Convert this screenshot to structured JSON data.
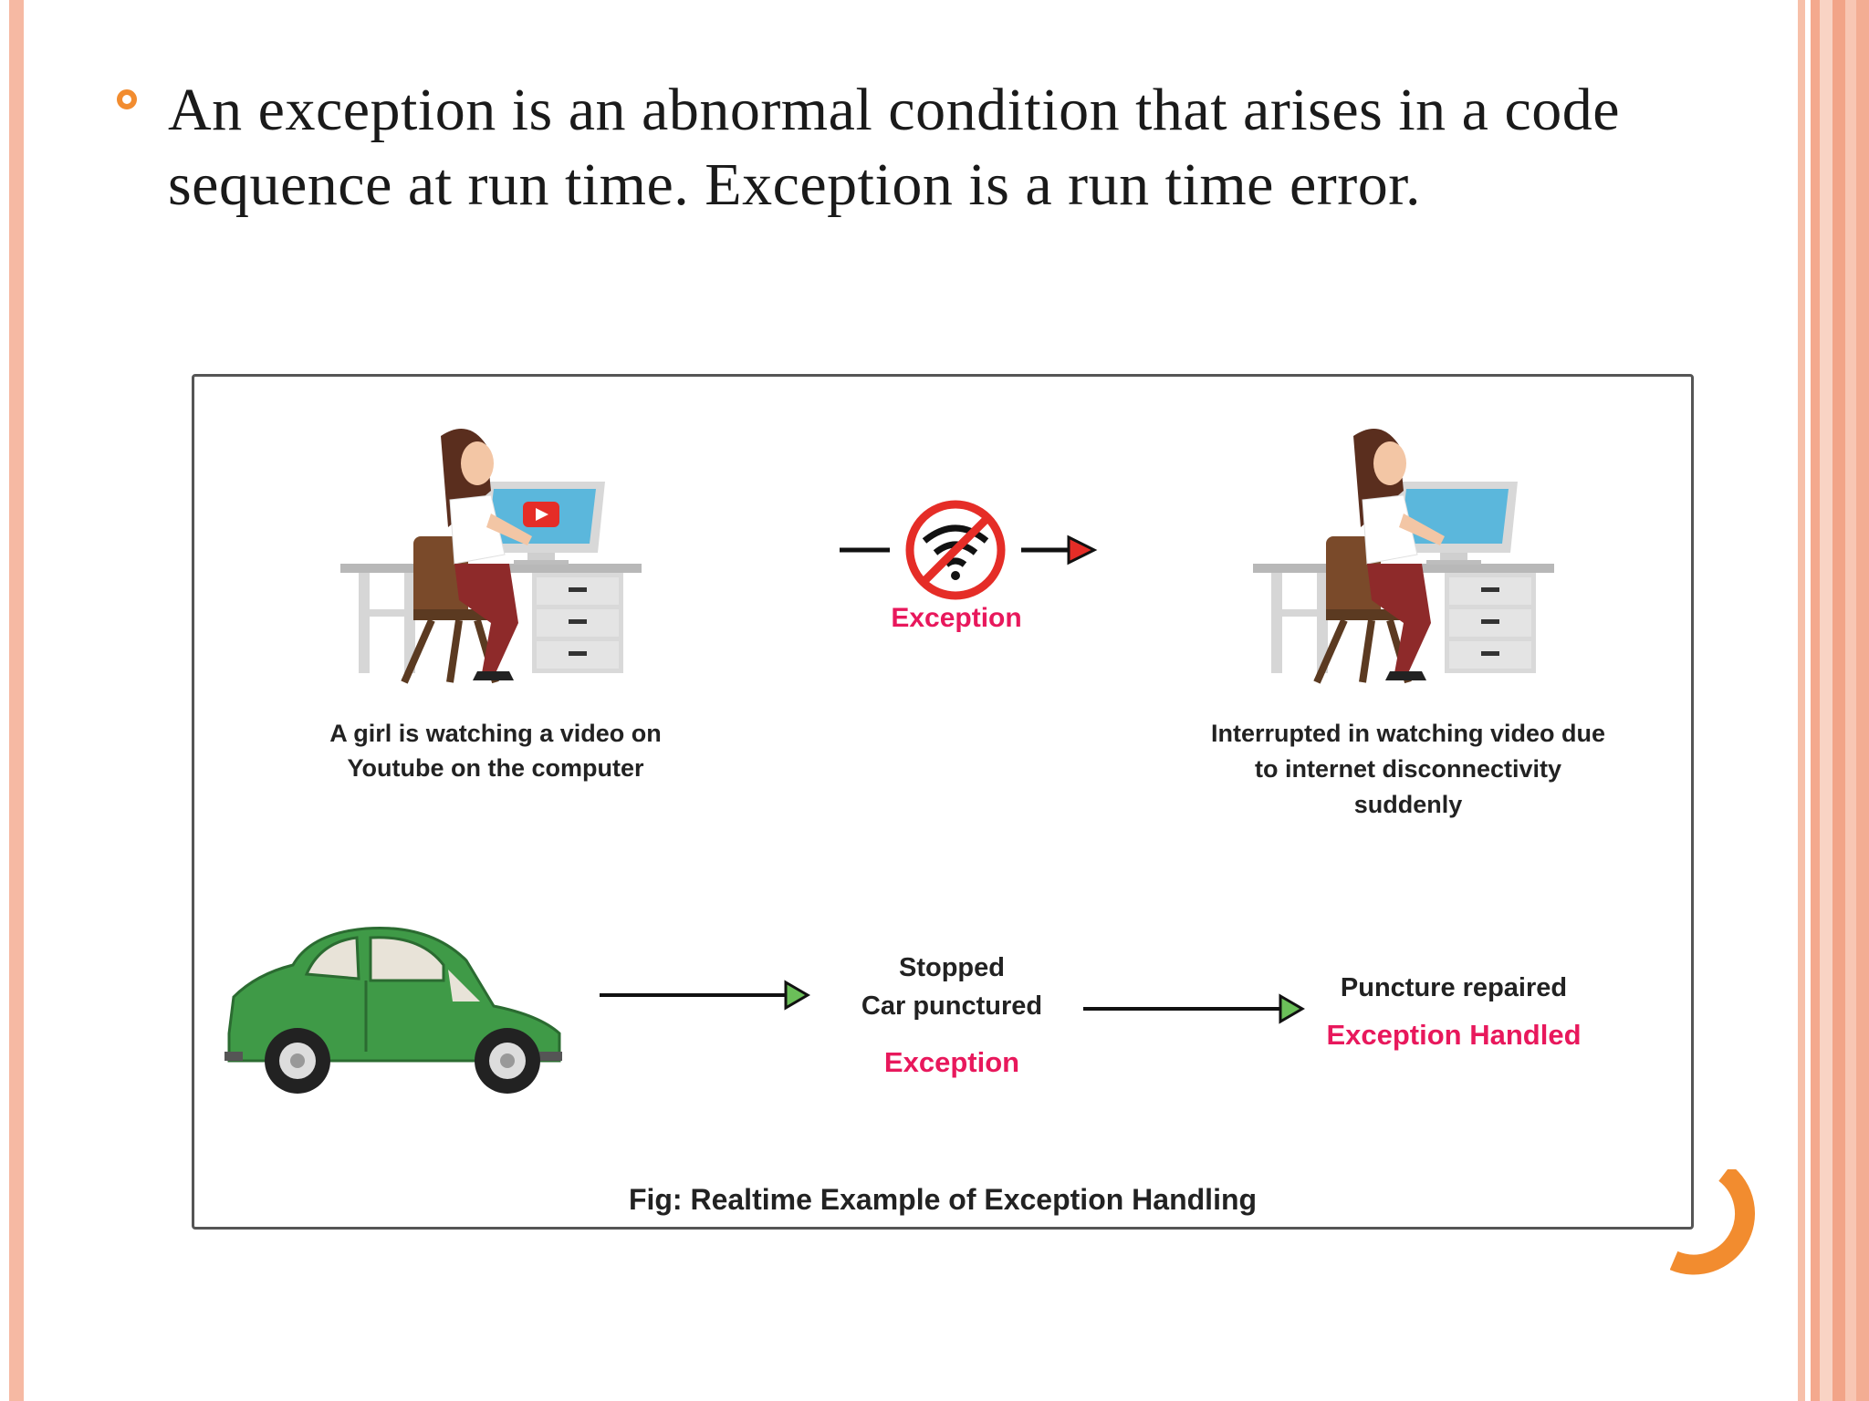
{
  "bullet": {
    "text": "An exception is an abnormal condition that arises in a code sequence at run time. Exception is a run time error."
  },
  "figure": {
    "caption_girl_1": "A girl is watching a video on Youtube on the computer",
    "exception_top": "Exception",
    "caption_girl_2": "Interrupted in watching video due to internet disconnectivity suddenly",
    "stopped_line1": "Stopped",
    "stopped_line2": "Car punctured",
    "exception_bottom": "Exception",
    "repaired_label": "Puncture repaired",
    "handled_label": "Exception Handled",
    "fig_caption": "Fig: Realtime Example of Exception Handling"
  },
  "colors": {
    "accent_orange": "#f28c2f",
    "exception_pink": "#e8185c",
    "car_green": "#3f9a47",
    "screen_blue": "#5bb7dc",
    "youtube_red": "#e52d27"
  },
  "icons": [
    "bullet-ring-icon",
    "youtube-play-icon",
    "no-wifi-icon",
    "arrow-right-icon"
  ]
}
